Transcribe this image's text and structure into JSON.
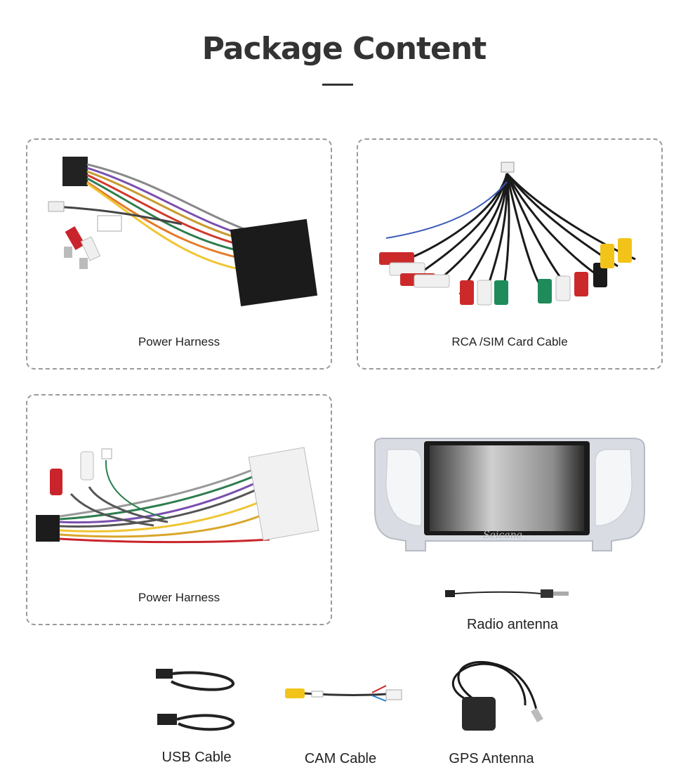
{
  "page": {
    "title": "Package Content"
  },
  "panels": [
    {
      "caption": "Power Harness"
    },
    {
      "caption": "RCA /SIM Card Cable"
    },
    {
      "caption": "Power Harness"
    }
  ],
  "radio": {
    "brand_watermark": "Seicane"
  },
  "items": {
    "radio_antenna": "Radio antenna",
    "usb_cable": "USB Cable",
    "cam_cable": "CAM Cable",
    "gps_antenna": "GPS Antenna"
  }
}
